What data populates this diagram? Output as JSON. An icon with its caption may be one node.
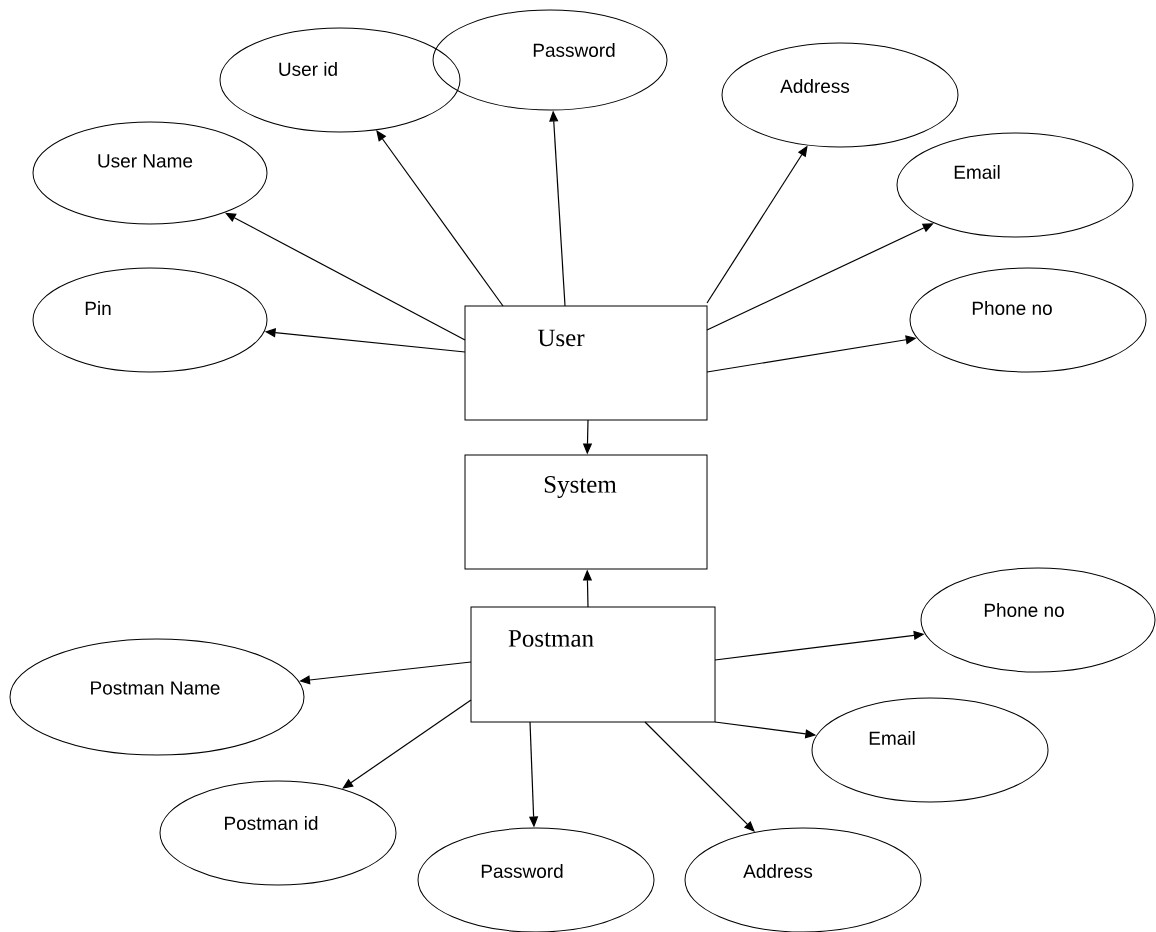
{
  "diagram": {
    "nodes": [
      {
        "text": [
          "Password"
        ]
      },
      {
        "text": [
          "User id"
        ]
      },
      {
        "text": [
          "Address"
        ]
      },
      {
        "text": [
          "User Name"
        ]
      },
      {
        "text": [
          "Email"
        ]
      },
      {
        "text": [
          "Pin"
        ]
      },
      {
        "text": [
          "User"
        ]
      },
      {
        "text": [
          "Phone no"
        ]
      },
      {
        "text": [
          "System"
        ]
      },
      {
        "text": [
          "Phone no"
        ]
      },
      {
        "text": [
          "Postman"
        ]
      },
      {
        "text": [
          "Postman Name"
        ]
      },
      {
        "text": [
          "Email"
        ]
      },
      {
        "text": [
          "Postman id"
        ]
      },
      {
        "text": [
          "Password"
        ]
      },
      {
        "text": [
          "Address"
        ]
      }
    ],
    "edges": [
      {
        "from": 6,
        "to": 3,
        "arrow": "to"
      },
      {
        "from": 6,
        "to": 1,
        "arrow": "to"
      },
      {
        "from": 6,
        "to": 0,
        "arrow": "to"
      },
      {
        "from": 6,
        "to": 2,
        "arrow": "to"
      },
      {
        "from": 6,
        "to": 4,
        "arrow": "to"
      },
      {
        "from": 6,
        "to": 5,
        "arrow": "to"
      },
      {
        "from": 6,
        "to": 7,
        "arrow": "to"
      },
      {
        "from": 6,
        "to": 8,
        "arrow": "to"
      },
      {
        "from": 10,
        "to": 8,
        "arrow": "to"
      },
      {
        "from": 10,
        "to": 9,
        "arrow": "to"
      },
      {
        "from": 10,
        "to": 11,
        "arrow": "to"
      },
      {
        "from": 10,
        "to": 12,
        "arrow": "to"
      },
      {
        "from": 10,
        "to": 13,
        "arrow": "to"
      },
      {
        "from": 10,
        "to": 14,
        "arrow": "to"
      },
      {
        "from": 10,
        "to": 15,
        "arrow": "to"
      }
    ]
  }
}
